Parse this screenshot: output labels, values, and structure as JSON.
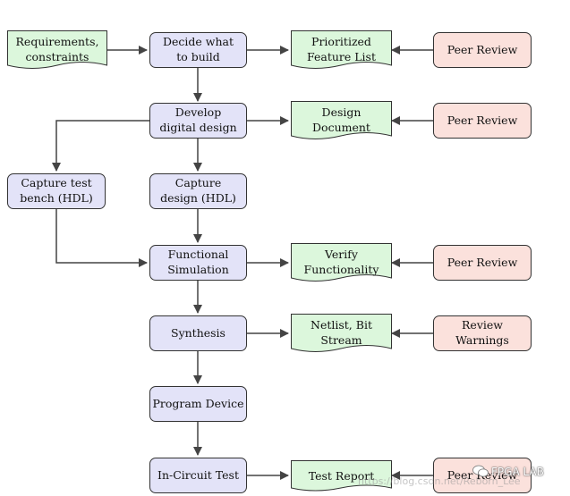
{
  "nodes": {
    "requirements": "Requirements,\nconstraints",
    "decide": "Decide what\nto build",
    "feature_list": "Prioritized\nFeature List",
    "peer_review_1": "Peer Review",
    "develop": "Develop\ndigital design",
    "design_doc": "Design\nDocument",
    "peer_review_2": "Peer Review",
    "capture_test": "Capture test\nbench (HDL)",
    "capture_design": "Capture\ndesign (HDL)",
    "functional_sim": "Functional\nSimulation",
    "verify": "Verify\nFunctionality",
    "peer_review_3": "Peer Review",
    "synthesis": "Synthesis",
    "netlist": "Netlist, Bit\nStream",
    "review_warnings": "Review\nWarnings",
    "program": "Program Device",
    "in_circuit": "In-Circuit Test",
    "test_report": "Test Report",
    "peer_review_4": "Peer Review"
  },
  "colors": {
    "process": "#e3e3f8",
    "document": "#dcf7dc",
    "review": "#fbe1dc",
    "arrow": "#444444"
  },
  "watermark": {
    "label": "FPGA LAB",
    "url": "https://blog.csdn.net/Reborn_Lee"
  }
}
